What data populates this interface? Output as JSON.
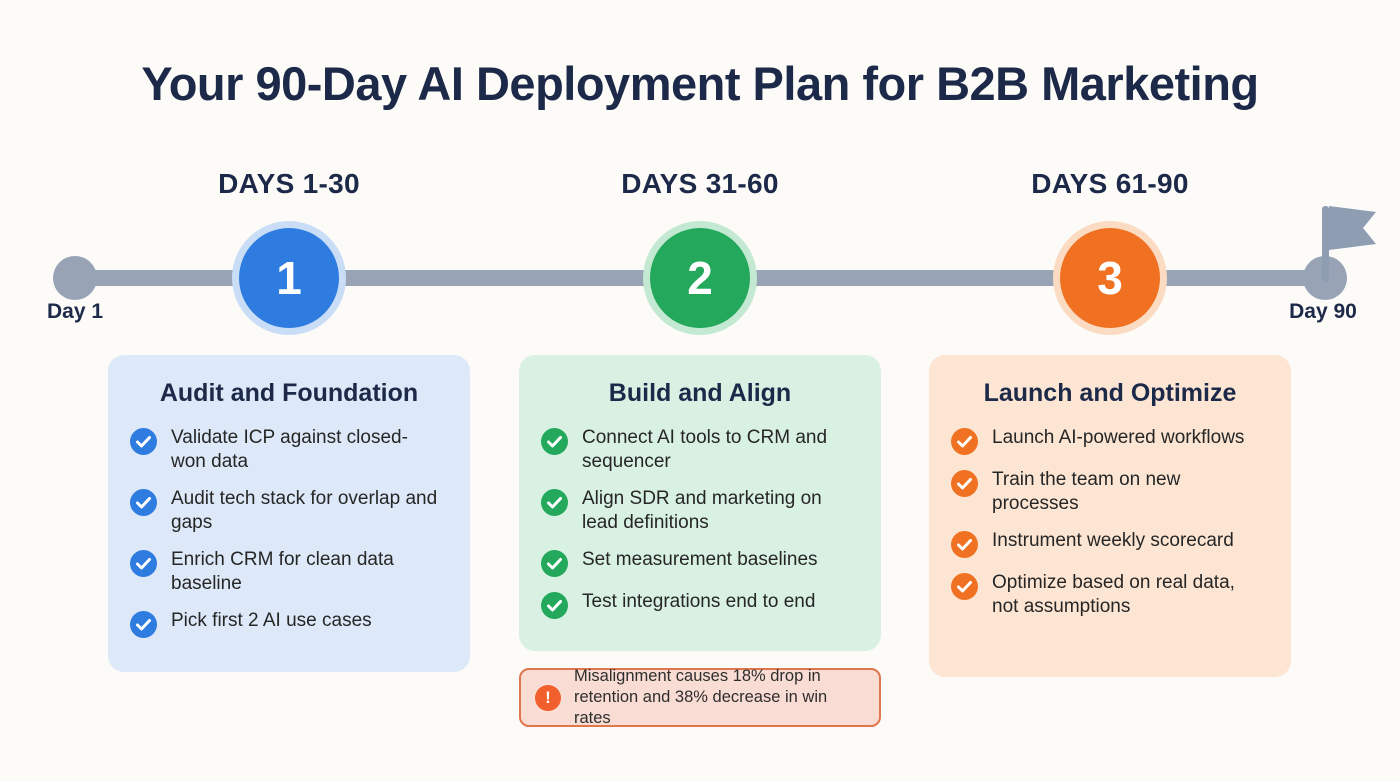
{
  "title": "Your 90-Day AI Deployment Plan for B2B Marketing",
  "colors": {
    "navy": "#1c2948",
    "text": "#262626",
    "background": "#fcfbf8",
    "timeline_gray": "#98a4b5",
    "flag_gray": "#8f9db3",
    "blue": "#2e7ce0",
    "blue_ring": "#c9def6",
    "blue_card": "#dde9f8",
    "green": "#23a85c",
    "green_ring": "#c4e9d2",
    "green_card": "#d9f1e2",
    "orange": "#f07122",
    "orange_ring": "#fbdcc3",
    "orange_card": "#fce5d3",
    "callout_bg": "#f9dcd3",
    "callout_border": "#e0764b",
    "callout_icon": "#f05f2c"
  },
  "timeline": {
    "start_label": "Day 1",
    "end_label": "Day 90",
    "phases": [
      {
        "label": "DAYS 1-30",
        "number": "1"
      },
      {
        "label": "DAYS 31-60",
        "number": "2"
      },
      {
        "label": "DAYS 61-90",
        "number": "3"
      }
    ]
  },
  "cards": [
    {
      "title": "Audit and Foundation",
      "items": [
        "Validate ICP against closed-won data",
        "Audit tech stack for overlap and gaps",
        "Enrich CRM for clean data baseline",
        "Pick first 2 AI use cases"
      ]
    },
    {
      "title": "Build and Align",
      "items": [
        "Connect AI tools to CRM and sequencer",
        "Align SDR and marketing on lead definitions",
        "Set measurement baselines",
        "Test integrations end to end"
      ]
    },
    {
      "title": "Launch and Optimize",
      "items": [
        "Launch AI-powered workflows",
        "Train the team on new processes",
        "Instrument weekly scorecard",
        "Optimize based on real data, not assumptions"
      ]
    }
  ],
  "callout": {
    "exclamation": "!",
    "text": "Misalignment causes 18% drop in retention and 38% decrease in win rates"
  }
}
